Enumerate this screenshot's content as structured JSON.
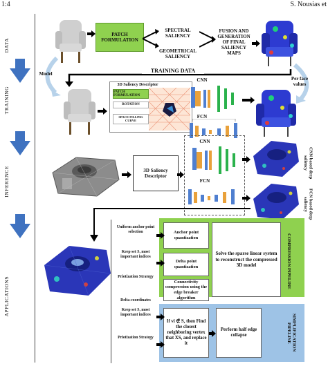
{
  "header": {
    "left": "1:4",
    "right": "S. Nousias et"
  },
  "stages": [
    "DATA",
    "TRAINING",
    "INFERENCE",
    "APPLICATIONS"
  ],
  "data_row": {
    "patch": "PATCH FORMULATION",
    "spectral": "SPECTRAL SALIENCY",
    "geometrical": "GEOMETRICAL SALIENCY",
    "fusion": "FUSION AND GENERATION OF FINAL SALIENCY MAPS"
  },
  "training": {
    "training_data": "TRAINING DATA",
    "model": "Model",
    "per_face": "Per face values",
    "descriptor_title": "3D Saliency Descriptor",
    "patch": "PATCH FORMULATION",
    "rotation": "ROTATION",
    "curve": "SPACE FILLING CURVE",
    "cnn": "CNN",
    "fcn": "FCN"
  },
  "inference": {
    "descriptor": "3D Saliency Descriptor",
    "cnn": "CNN",
    "fcn": "FCN",
    "cnn_based": "CNN based deep saliency",
    "fcn_based": "FCN based deep saliency"
  },
  "applications": {
    "labels": {
      "uniform": "Uniform anchor point selection",
      "keep": "Keep set S, most important indices",
      "priority": "Priotization Strategy",
      "delta": "Delta-coordinates",
      "keep2": "Keep set S, most important indices",
      "priority2": "Priotization Strategy"
    },
    "compression": {
      "anchor": "Anchor point quantization",
      "deltapt": "Delta point quantization",
      "connectivity": "Connectivity compression using the edge breaker algorithm",
      "solve": "Solve the sparse linear system to reconstruct the compressed 3D model",
      "pipeline": "COMPRESSION PIPELINE"
    },
    "simplification": {
      "find": "If vi ∉ S, then Find the closest neighboring vertex that XS, and replace it",
      "collapse": "Perform half edge collapse",
      "pipeline": "SIMPLIFICATION PIPELINE"
    }
  },
  "colors": {
    "arrow": "#3f72c0",
    "green": "#8fd14f",
    "blue": "#9ec3e6"
  }
}
